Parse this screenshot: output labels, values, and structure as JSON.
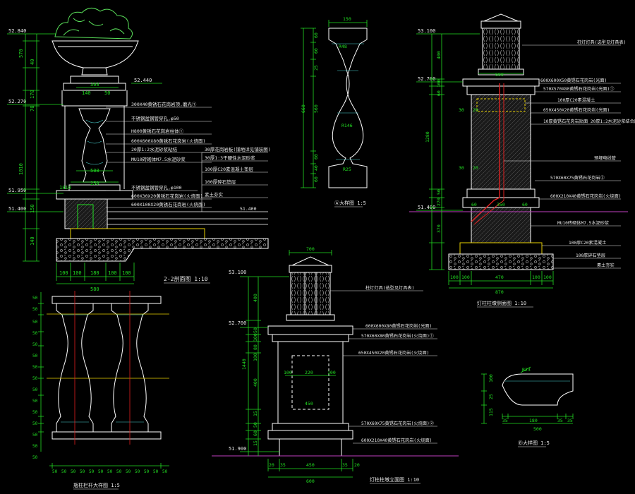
{
  "colors": {
    "background": "#000000",
    "outline": "#ffffff",
    "dimension": "#22dd22",
    "hatch": "#4ad0d0",
    "label": "#e8e8e8",
    "gold": "#e8d000",
    "red": "#e02020",
    "magenta": "#c040c0",
    "cyan": "#30e0e0"
  },
  "section_22": {
    "title": "2-2剖面图 1:10",
    "elevations": [
      "52.840",
      "52.440",
      "52.270",
      "51.950",
      "51.400"
    ],
    "left_dims": [
      "570",
      "40",
      "170",
      "70",
      "1010",
      "150",
      "140"
    ],
    "top_dims": [
      "300",
      "140",
      "50"
    ],
    "mid_dims": [
      "500",
      "250",
      "1810"
    ],
    "bottom_dims": [
      "100",
      "100",
      "180",
      "100",
      "100"
    ],
    "total_width": "580",
    "callouts": [
      "300X40黄锈石花岗岩顶,磨光①",
      "不锈钢盆钢管穿孔,φ50",
      "H800黄锈石花岗岩柱体①",
      "600X600X80黄锈石花岗岩(火烧面)",
      "20厚1:2水泥砂浆粘结",
      "MU10砖砌体M7.5水泥砂浆",
      "不锈钢盆钢管穿孔,φ100",
      "600X30X20黄锈石花岗岩(火烧面)",
      "600X100X20黄锈石花岗岩(火烧面)"
    ],
    "right_callouts": [
      "30厚花岗岩板(铺地详见铺装图)",
      "30厚1:3干硬性水泥砂浆",
      "100厚C20素混凝土垫层",
      "100厚碎石垫层",
      "素土夯实"
    ],
    "right_elev": "51.400"
  },
  "baluster_a": {
    "title": "Ⓐ大样图 1:5",
    "top_dim": "150",
    "left_dims": [
      "60",
      "60",
      "25",
      "560",
      "60",
      "40",
      "60"
    ],
    "total_height": "660",
    "radius_labels": [
      "R48",
      "R146",
      "R25"
    ]
  },
  "lamp_section": {
    "title": "灯柱柱墩侧面图 1:10",
    "elevations": [
      "53.100",
      "52.700",
      "51.400"
    ],
    "left_dims": [
      "400",
      "100",
      "60",
      "1280",
      "50",
      "270",
      "370"
    ],
    "top_dim": "600",
    "inner_dims": [
      "30",
      "20",
      "30",
      "20",
      "60",
      "350",
      "60"
    ],
    "bottom_dims": [
      "100",
      "100",
      "470",
      "100",
      "100"
    ],
    "total_width": "870",
    "callouts": [
      "柱灯灯具(选型见灯具表)",
      "600X600X50黄锈石花岗岩(光面)",
      "570X570X80黄锈石花岗岩(光面)①",
      "100厚C20素混凝土",
      "650X450X20黄锈石花岗岩(光面)",
      "10厚黄锈石花岗岩贴面 20厚1:2水泥砂浆结合层",
      "预埋电线管",
      "570X60X75黄锈石花岗岩②",
      "600X210X40黄锈石花岗岩(火烧面)",
      "MU10砖砌体M7.5水泥砂浆",
      "100厚C20素混凝土",
      "100厚碎石垫层",
      "素土夯实"
    ]
  },
  "baluster_elev": {
    "title": "瓶柱栏杆大样图 1:5",
    "left_dims": [
      "50",
      "50",
      "50",
      "50",
      "50",
      "50",
      "50",
      "50",
      "50",
      "50",
      "50",
      "50",
      "50",
      "50",
      "50"
    ],
    "bottom_dims": [
      "50",
      "50",
      "50",
      "50",
      "50",
      "50",
      "50",
      "50",
      "50",
      "50",
      "50",
      "50",
      "50"
    ]
  },
  "lamp_front": {
    "title": "灯柱柱墩立面图 1:10",
    "top_dim": "700",
    "elevations": [
      "53.100",
      "52.700",
      "51.900"
    ],
    "left_dims": [
      "400",
      "50",
      "100",
      "80",
      "1440",
      "100",
      "400",
      "15",
      "50",
      "60",
      "15"
    ],
    "inner_dims": [
      "100",
      "220",
      "100",
      "450"
    ],
    "bottom_dims": [
      "20",
      "35",
      "450",
      "35",
      "20"
    ],
    "total_width": "600",
    "callouts": [
      "柱灯灯具(选型见灯具表)",
      "600X600X80黄锈石花岗岩(光面)",
      "570X60X80黄锈石花岗岩(火烧面)①",
      "650X450X20黄锈石花岗岩(火烧面)",
      "570X60X75黄锈石花岗岩(火烧面)②",
      "600X210X40黄锈石花岗岩(火烧面)"
    ]
  },
  "detail_b": {
    "title": "Ⓑ大样图 1:5",
    "radius": "R23",
    "left_dims": [
      "100",
      "25",
      "115"
    ],
    "bottom_dims": [
      "35",
      "180",
      "35",
      "35"
    ],
    "total_width": "500"
  }
}
